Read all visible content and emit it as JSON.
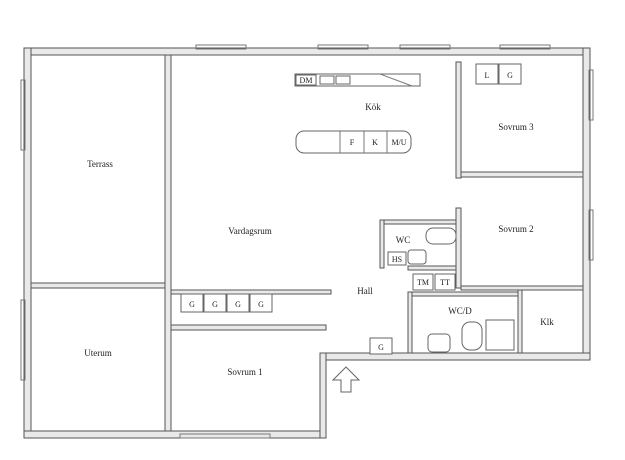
{
  "rooms": {
    "terrass": "Terrass",
    "uterum": "Uterum",
    "kok": "Kök",
    "vardagsrum": "Vardagsrum",
    "hall": "Hall",
    "sovrum1": "Sovrum 1",
    "sovrum2": "Sovrum 2",
    "sovrum3": "Sovrum 3",
    "wc": "WC",
    "wcd": "WC/D",
    "klk": "Klk"
  },
  "fixtures": {
    "dm": "DM",
    "f": "F",
    "k": "K",
    "mu": "M/U",
    "l": "L",
    "g": "G",
    "hs": "HS",
    "tm": "TM",
    "tt": "TT"
  },
  "entrance": {
    "icon": "entrance-arrow-icon"
  }
}
